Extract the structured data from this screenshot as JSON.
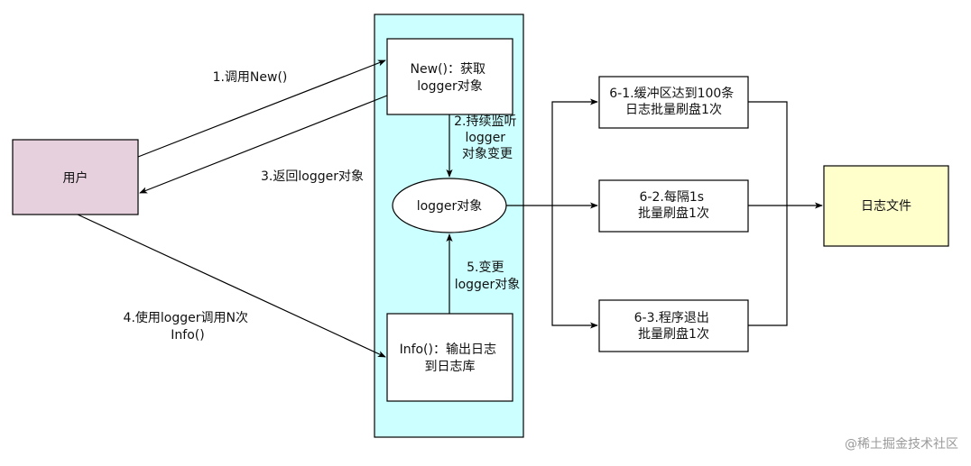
{
  "colors": {
    "user_fill": "#e6d0de",
    "container_fill": "#ccffff",
    "node_fill": "#ffffff",
    "file_fill": "#ffffcc",
    "stroke": "#000000",
    "watermark": "#9a9a9a"
  },
  "nodes": {
    "user": {
      "label": "用户"
    },
    "new_func": {
      "label_lines": [
        "New()：获取",
        "logger对象"
      ]
    },
    "logger_obj": {
      "label": "logger对象"
    },
    "info_func": {
      "label_lines": [
        "Info()：输出日志",
        "到日志库"
      ]
    },
    "flush_100": {
      "label_lines": [
        "6-1.缓冲区达到100条",
        "日志批量刷盘1次"
      ]
    },
    "flush_1s": {
      "label_lines": [
        "6-2.每隔1s",
        "批量刷盘1次"
      ]
    },
    "flush_exit": {
      "label_lines": [
        "6-3.程序退出",
        "批量刷盘1次"
      ]
    },
    "log_file": {
      "label": "日志文件"
    }
  },
  "edges": {
    "call_new": {
      "label": "1.调用New()"
    },
    "watch": {
      "label_lines": [
        "2.持续监听",
        "logger",
        "对象变更"
      ]
    },
    "return_logger": {
      "label": "3.返回logger对象"
    },
    "call_info": {
      "label_lines": [
        "4.使用logger调用N次",
        "Info()"
      ]
    },
    "change_logger": {
      "label_lines": [
        "5.变更",
        "logger对象"
      ]
    }
  },
  "watermark": "@稀土掘金技术社区"
}
